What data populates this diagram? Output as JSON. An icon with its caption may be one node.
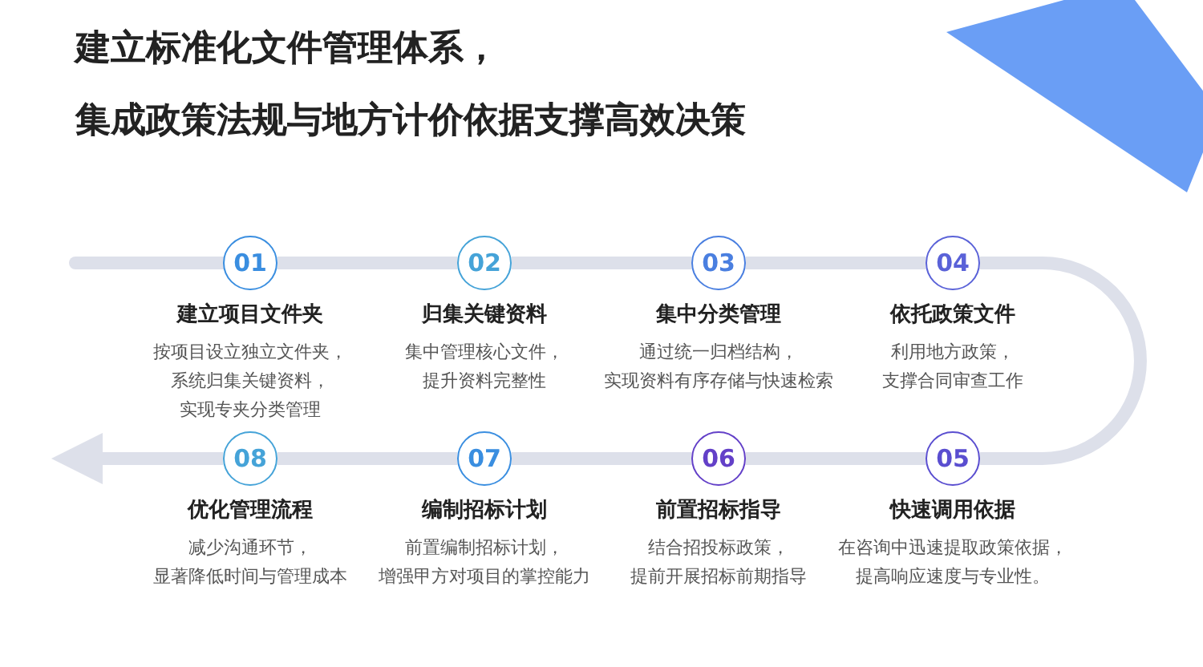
{
  "diagram": {
    "title": "建立标准化文件管理体系，集成政策法规与地方计价依据支撑高效决策",
    "nodes": [
      {
        "text": [
          "01"
        ],
        "beside": [
          "建立项目文件夹",
          "按项目设立独立文件夹，系统归集关键资料，实现专夹分类管理"
        ]
      },
      {
        "text": [
          "02"
        ],
        "beside": [
          "归集关键资料",
          "集中管理核心文件，提升资料完整性"
        ]
      },
      {
        "text": [
          "03"
        ],
        "beside": [
          "集中分类管理",
          "通过统一归档结构，实现资料有序存储与快速检索"
        ]
      },
      {
        "text": [
          "04"
        ],
        "beside": [
          "依托政策文件",
          "利用地方政策，支撑合同审查工作"
        ]
      },
      {
        "text": [
          "05"
        ],
        "beside": [
          "快速调用依据",
          "在咨询中迅速提取政策依据，提高响应速度与专业性。"
        ]
      },
      {
        "text": [
          "06"
        ],
        "beside": [
          "前置招标指导",
          "结合招投标政策，提前开展招标前期指导"
        ]
      },
      {
        "text": [
          "07"
        ],
        "beside": [
          "编制招标计划",
          "前置编制招标计划，增强甲方对项目的掌控能力"
        ]
      },
      {
        "text": [
          "08"
        ],
        "beside": [
          "优化管理流程",
          "减少沟通环节，显著降低时间与管理成本"
        ]
      }
    ],
    "edges": [
      {
        "from": 0,
        "to": 1,
        "arrow": "none"
      },
      {
        "from": 1,
        "to": 2,
        "arrow": "none"
      },
      {
        "from": 2,
        "to": 3,
        "arrow": "none"
      },
      {
        "from": 3,
        "to": 4,
        "arrow": "none"
      },
      {
        "from": 4,
        "to": 5,
        "arrow": "none"
      },
      {
        "from": 5,
        "to": 6,
        "arrow": "none"
      },
      {
        "from": 6,
        "to": 7,
        "arrow": "none"
      },
      {
        "from": 7,
        "to": null,
        "arrow": "to"
      }
    ]
  }
}
